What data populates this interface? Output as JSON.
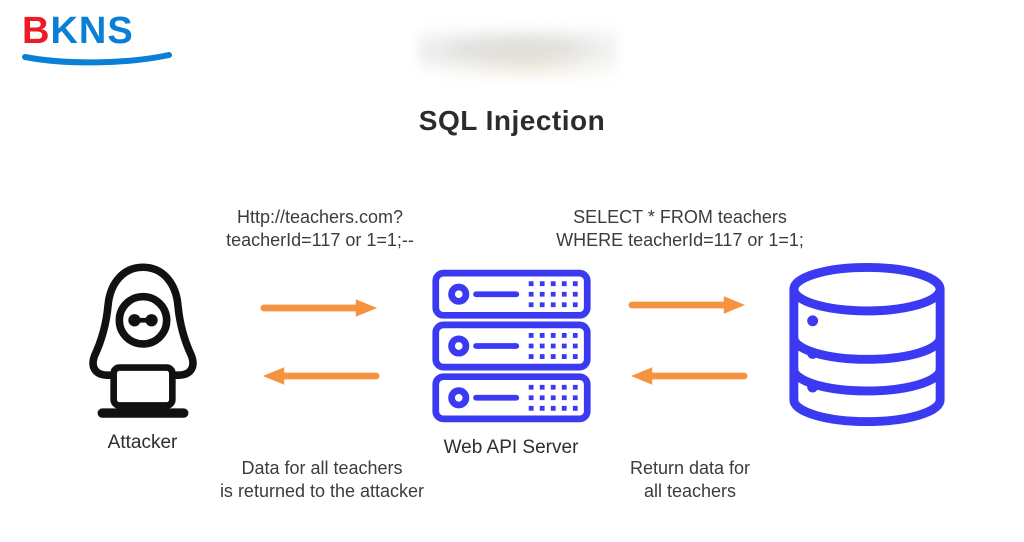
{
  "logo": {
    "part1": "B",
    "part2": "KNS"
  },
  "title": "SQL Injection",
  "diagram": {
    "request_line1": "Http://teachers.com?",
    "request_line2": "teacherId=117 or 1=1;--",
    "query_line1": "SELECT * FROM teachers",
    "query_line2": "WHERE teacherId=117 or 1=1;",
    "attacker_label": "Attacker",
    "server_label": "Web API Server",
    "response_left_line1": "Data for all teachers",
    "response_left_line2": "is returned to the attacker",
    "response_right_line1": "Return data for",
    "response_right_line2": "all teachers"
  },
  "colors": {
    "accent_blue": "#3b3af2",
    "arrow_orange": "#f6933e",
    "logo_red": "#ed1c24",
    "logo_blue": "#0a7fd6"
  }
}
